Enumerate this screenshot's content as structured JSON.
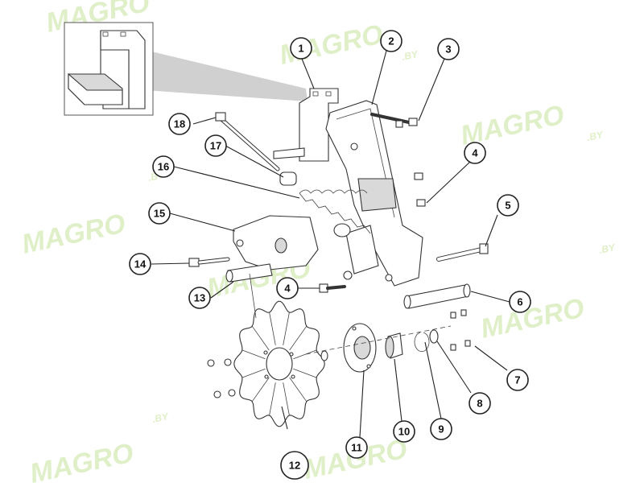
{
  "watermark": {
    "brand": "MAGRO",
    "suffix": ".BY",
    "color": "#c6e39a"
  },
  "highlight_color": "#e02020",
  "callouts": [
    {
      "id": "1",
      "label": "1"
    },
    {
      "id": "2",
      "label": "2"
    },
    {
      "id": "3",
      "label": "3"
    },
    {
      "id": "4a",
      "label": "4"
    },
    {
      "id": "4b",
      "label": "4"
    },
    {
      "id": "5",
      "label": "5"
    },
    {
      "id": "6",
      "label": "6"
    },
    {
      "id": "7",
      "label": "7"
    },
    {
      "id": "8",
      "label": "8"
    },
    {
      "id": "9",
      "label": "9"
    },
    {
      "id": "10",
      "label": "10"
    },
    {
      "id": "11",
      "label": "11"
    },
    {
      "id": "12",
      "label": "12",
      "highlighted": true
    },
    {
      "id": "13",
      "label": "13"
    },
    {
      "id": "14",
      "label": "14"
    },
    {
      "id": "15",
      "label": "15"
    },
    {
      "id": "16",
      "label": "16"
    },
    {
      "id": "17",
      "label": "17"
    },
    {
      "id": "18",
      "label": "18"
    }
  ]
}
